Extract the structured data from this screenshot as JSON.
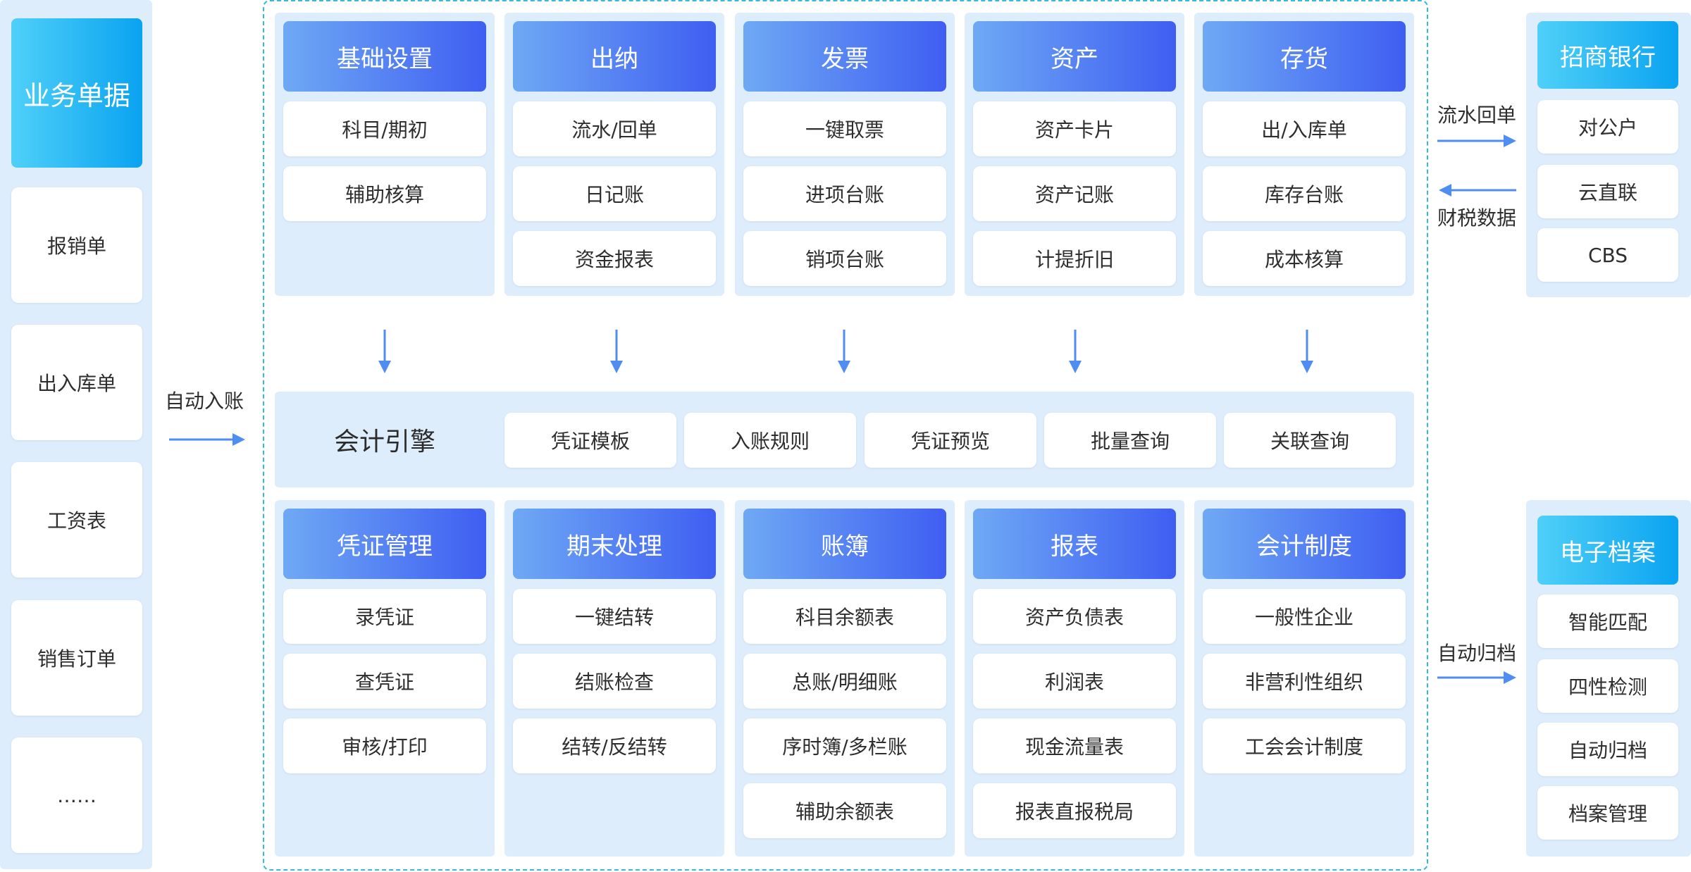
{
  "left": {
    "header": "业务单据",
    "items": [
      "报销单",
      "出入库单",
      "工资表",
      "销售订单",
      "……"
    ],
    "arrow_label": "自动入账"
  },
  "top_modules": [
    {
      "title": "基础设置",
      "items": [
        "科目/期初",
        "辅助核算"
      ]
    },
    {
      "title": "出纳",
      "items": [
        "流水/回单",
        "日记账",
        "资金报表"
      ]
    },
    {
      "title": "发票",
      "items": [
        "一键取票",
        "进项台账",
        "销项台账"
      ]
    },
    {
      "title": "资产",
      "items": [
        "资产卡片",
        "资产记账",
        "计提折旧"
      ]
    },
    {
      "title": "存货",
      "items": [
        "出/入库单",
        "库存台账",
        "成本核算"
      ]
    }
  ],
  "engine": {
    "title": "会计引擎",
    "items": [
      "凭证模板",
      "入账规则",
      "凭证预览",
      "批量查询",
      "关联查询"
    ]
  },
  "bottom_modules": [
    {
      "title": "凭证管理",
      "items": [
        "录凭证",
        "查凭证",
        "审核/打印"
      ]
    },
    {
      "title": "期末处理",
      "items": [
        "一键结转",
        "结账检查",
        "结转/反结转"
      ]
    },
    {
      "title": "账簿",
      "items": [
        "科目余额表",
        "总账/明细账",
        "序时簿/多栏账",
        "辅助余额表"
      ]
    },
    {
      "title": "报表",
      "items": [
        "资产负债表",
        "利润表",
        "现金流量表",
        "报表直报税局"
      ]
    },
    {
      "title": "会计制度",
      "items": [
        "一般性企业",
        "非营利性组织",
        "工会会计制度"
      ]
    }
  ],
  "bank": {
    "title": "招商银行",
    "items": [
      "对公户",
      "云直联",
      "CBS"
    ],
    "arrow_out_label": "流水回单",
    "arrow_in_label": "财税数据"
  },
  "archive": {
    "title": "电子档案",
    "items": [
      "智能匹配",
      "四性检测",
      "自动归档",
      "档案管理"
    ],
    "arrow_label": "自动归档"
  },
  "colors": {
    "panel": "#deedfb",
    "header_blue_start": "#6ea9f4",
    "header_blue_end": "#3f5ef2",
    "header_cyan": "#0aa3f0",
    "dashed_border": "#36b9dc",
    "arrow": "#4f8ef0"
  }
}
